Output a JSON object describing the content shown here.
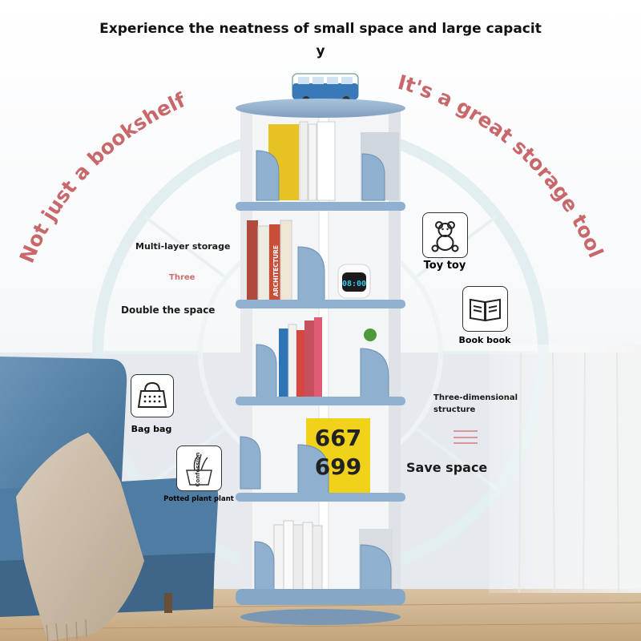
{
  "headline": {
    "line1": "Experience the neatness of small space and large capacit",
    "line2": "y"
  },
  "arc_left": "Not just a bookshelf",
  "arc_right": "It's a great storage tool",
  "features": {
    "multi_layer": "Multi-layer storage",
    "three": "Three",
    "double": "Double the space",
    "three_dim": "Three-dimensional\nstructure",
    "save": "Save space"
  },
  "icons": {
    "toy": {
      "label": "Toy toy",
      "icon": "teddy-bear-icon"
    },
    "book": {
      "label": "Book book",
      "icon": "open-book-icon"
    },
    "bag": {
      "label": "Bag bag",
      "icon": "handbag-icon"
    },
    "plant": {
      "label": "Potted plant plant",
      "icon": "potted-plant-icon",
      "sketch_text": "Confession"
    }
  },
  "book_covers": {
    "cover_big": "667\n699",
    "spine_small": "ARCHITECTURE"
  },
  "clock_display": "08:00",
  "colors": {
    "accent_red": "#c9686a",
    "shelf_blue": "#8fb0cf",
    "sofa_blue": "#5b86ab"
  }
}
